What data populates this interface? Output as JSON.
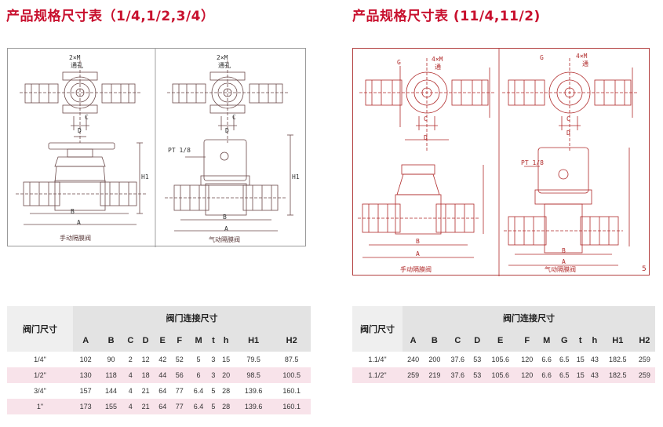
{
  "headings": {
    "left": "产品规格尺寸表（1/4,1/2,3/4）",
    "right": "产品规格尺寸表 (11/4,11/2)"
  },
  "drawings": {
    "left": {
      "caption_manual": "手动隔膜阀",
      "caption_pneumatic": "气动隔膜阀",
      "labels": {
        "holes_1": "2×M",
        "through_1": "通孔",
        "holes_2": "2×M",
        "through_2": "通孔",
        "c_1": "C",
        "c_2": "C",
        "d_1": "D",
        "d_2": "D",
        "a_1": "A",
        "a_2": "A",
        "b_1": "B",
        "b_2": "B",
        "pt": "PT 1/8",
        "h1_1": "H1",
        "h1_2": "H1"
      }
    },
    "right": {
      "caption_manual": "手动隔膜阀",
      "caption_pneumatic": "气动隔膜阀",
      "page_number": "5",
      "labels": {
        "holes_1": "4×M",
        "through_1": "通",
        "holes_2": "4×M",
        "through_2": "通",
        "g_1": "G",
        "g_2": "G",
        "c_1": "C",
        "c_2": "C",
        "d_1": "D",
        "d_2": "D",
        "a_1": "A",
        "a_2": "A",
        "b_1": "B",
        "b_2": "B",
        "pt": "PT 1/8"
      }
    }
  },
  "tables": {
    "left": {
      "size_header": "阀门尺寸",
      "group_header": "阀门连接尺寸",
      "columns": [
        "A",
        "B",
        "C",
        "D",
        "E",
        "F",
        "M",
        "t",
        "h",
        "H1",
        "H2"
      ],
      "rows": [
        {
          "size": "1/4\"",
          "values": [
            "102",
            "90",
            "2",
            "12",
            "42",
            "52",
            "5",
            "3",
            "15",
            "79.5",
            "87.5"
          ]
        },
        {
          "size": "1/2\"",
          "values": [
            "130",
            "118",
            "4",
            "18",
            "44",
            "56",
            "6",
            "3",
            "20",
            "98.5",
            "100.5"
          ]
        },
        {
          "size": "3/4\"",
          "values": [
            "157",
            "144",
            "4",
            "21",
            "64",
            "77",
            "6.4",
            "5",
            "28",
            "139.6",
            "160.1"
          ]
        },
        {
          "size": "1\"",
          "values": [
            "173",
            "155",
            "4",
            "21",
            "64",
            "77",
            "6.4",
            "5",
            "28",
            "139.6",
            "160.1"
          ]
        }
      ]
    },
    "right": {
      "size_header": "阀门尺寸",
      "group_header": "阀门连接尺寸",
      "columns": [
        "A",
        "B",
        "C",
        "D",
        "E",
        "F",
        "M",
        "G",
        "t",
        "h",
        "H1",
        "H2"
      ],
      "rows": [
        {
          "size": "1.1/4\"",
          "values": [
            "240",
            "200",
            "37.6",
            "53",
            "105.6",
            "120",
            "6.6",
            "6.5",
            "15",
            "43",
            "182.5",
            "259"
          ]
        },
        {
          "size": "1.1/2\"",
          "values": [
            "259",
            "219",
            "37.6",
            "53",
            "105.6",
            "120",
            "6.6",
            "6.5",
            "15",
            "43",
            "182.5",
            "259"
          ]
        }
      ]
    }
  },
  "colors": {
    "heading": "#c8102e",
    "row_alt": "#f8e3ea",
    "header_bg": "#e3e3e3",
    "drawing_left_ink": "#7a5a5a",
    "drawing_right_ink": "#b02a2a"
  }
}
